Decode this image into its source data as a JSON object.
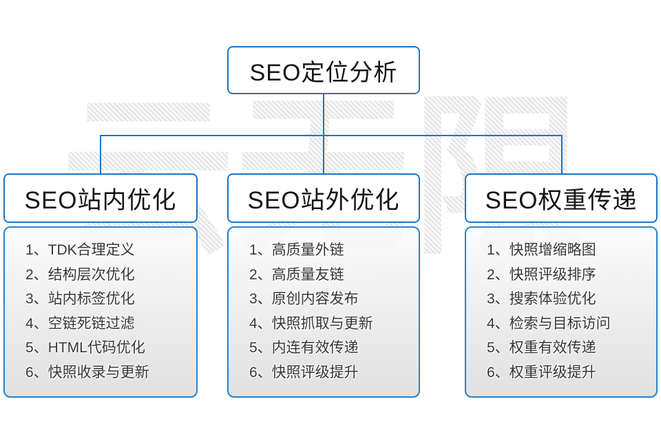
{
  "watermark": {
    "text": "云无限"
  },
  "root": {
    "title": "SEO定位分析"
  },
  "columns": [
    {
      "title": "SEO站内优化",
      "items": [
        "1、TDK合理定义",
        "2、结构层次优化",
        "3、站内标签优化",
        "4、空链死链过滤",
        "5、HTML代码优化",
        "6、快照收录与更新"
      ]
    },
    {
      "title": "SEO站外优化",
      "items": [
        "1、高质量外链",
        "2、高质量友链",
        "3、原创内容发布",
        "4、快照抓取与更新",
        "5、内连有效传递",
        "6、快照评级提升"
      ]
    },
    {
      "title": "SEO权重传递",
      "items": [
        "1、快照增缩略图",
        "2、快照评级排序",
        "3、搜索体验优化",
        "4、检索与目标访问",
        "5、权重有效传递",
        "6、权重评级提升"
      ]
    }
  ],
  "colors": {
    "connector_blue": "#1b74c4",
    "content_border_blue": "#2585d2",
    "watermark_gray": "#e9e9e9",
    "text_dark": "#161616",
    "list_text": "#363636"
  }
}
